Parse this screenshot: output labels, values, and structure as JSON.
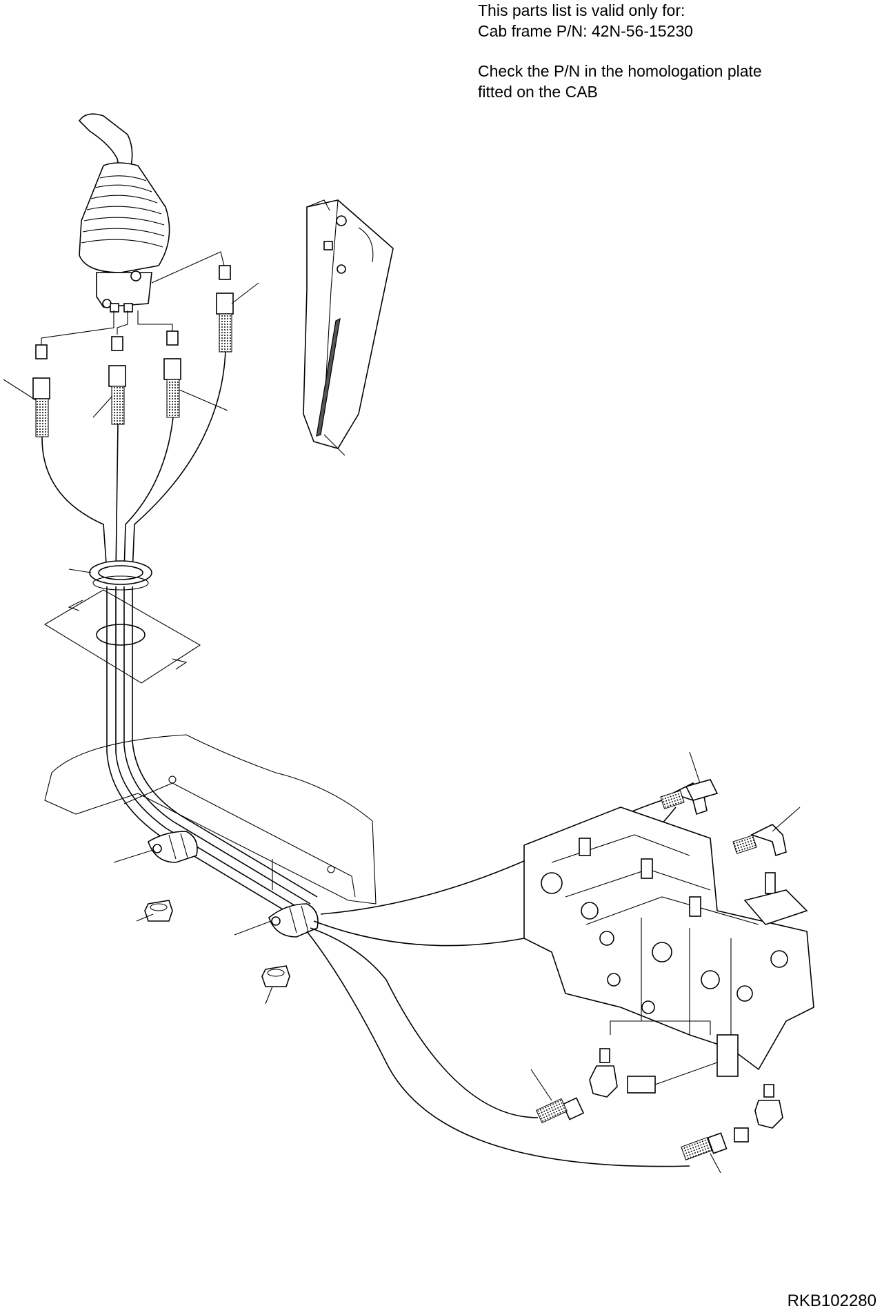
{
  "notes": {
    "line1": "This parts list is valid only for:",
    "line2": "Cab frame P/N: 42N-56-15230",
    "line3": "Check the P/N in the homologation plate",
    "line4": "fitted on the CAB"
  },
  "drawing_ref": "RKB102280"
}
